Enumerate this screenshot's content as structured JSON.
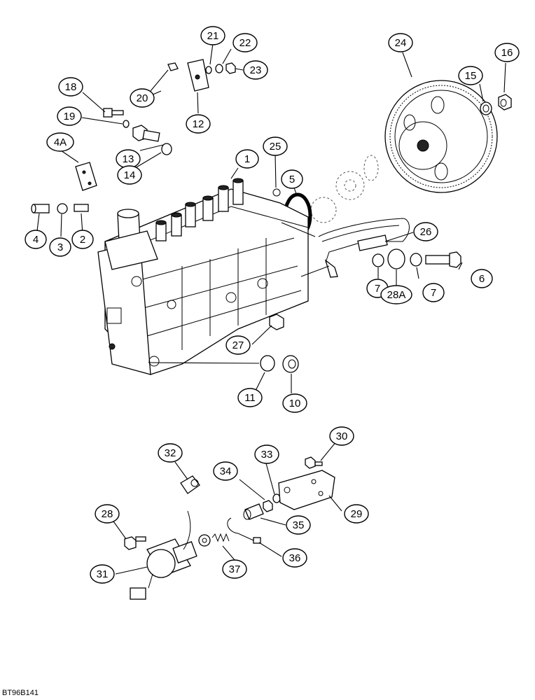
{
  "figure_code": "BT96B141",
  "callouts": {
    "c1": "1",
    "c2": "2",
    "c3": "3",
    "c4": "4",
    "c4a": "4A",
    "c5": "5",
    "c6": "6",
    "c7a": "7",
    "c7b": "7",
    "c10": "10",
    "c11": "11",
    "c12": "12",
    "c13": "13",
    "c14": "14",
    "c15": "15",
    "c16": "16",
    "c18": "18",
    "c19": "19",
    "c20": "20",
    "c21": "21",
    "c22": "22",
    "c23": "23",
    "c24": "24",
    "c25": "25",
    "c26": "26",
    "c27": "27",
    "c28": "28",
    "c28a": "28A",
    "c29": "29",
    "c30": "30",
    "c31": "31",
    "c32": "32",
    "c33": "33",
    "c34": "34",
    "c35": "35",
    "c36": "36",
    "c37": "37"
  }
}
